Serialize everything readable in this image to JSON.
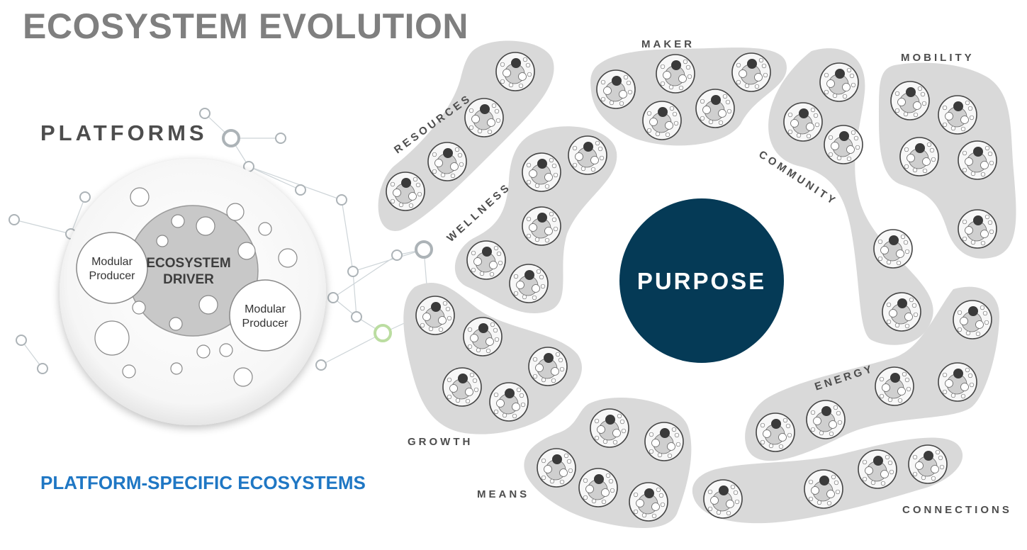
{
  "title": "ECOSYSTEM EVOLUTION",
  "platforms": {
    "heading": "PLATFORMS",
    "driver": {
      "line1": "ECOSYSTEM",
      "line2": "DRIVER"
    },
    "producer_left": {
      "line1": "Modular",
      "line2": "Producer"
    },
    "producer_right": {
      "line1": "Modular",
      "line2": "Producer"
    }
  },
  "subtitle": "PLATFORM-SPECIFIC ECOSYSTEMS",
  "center": "PURPOSE",
  "clusters": {
    "resources": "RESOURCES",
    "maker": "MAKER",
    "mobility": "MOBILITY",
    "community": "COMMUNITY",
    "wellness": "WELLNESS",
    "growth": "GROWTH",
    "means": "MEANS",
    "energy": "ENERGY",
    "connections": "CONNECTIONS"
  },
  "colors": {
    "title": "#7f7f7f",
    "subtitle": "#1f77c4",
    "purpose_fill": "#053a56",
    "cluster_fill": "#d9d9d9",
    "mini_driver": "#3a3a3a"
  }
}
